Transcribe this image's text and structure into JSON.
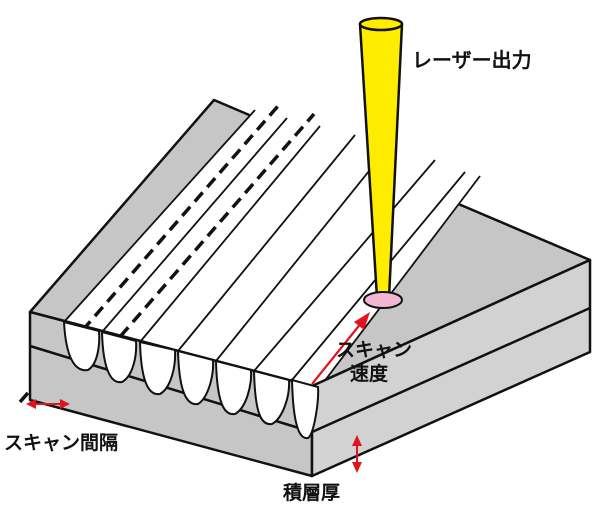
{
  "labels": {
    "laser_power": "レーザー出力",
    "scan_speed_line1": "スキャン",
    "scan_speed_line2": "速度",
    "scan_spacing": "スキャン間隔",
    "layer_thickness": "積層厚"
  },
  "colors": {
    "powder_gray": "#c6c6c6",
    "outline": "#111111",
    "melted_white": "#ffffff",
    "laser_yellow": "#ffed00",
    "laser_spot_pink": "#f3b6d2",
    "arrow_red": "#e0141e"
  }
}
